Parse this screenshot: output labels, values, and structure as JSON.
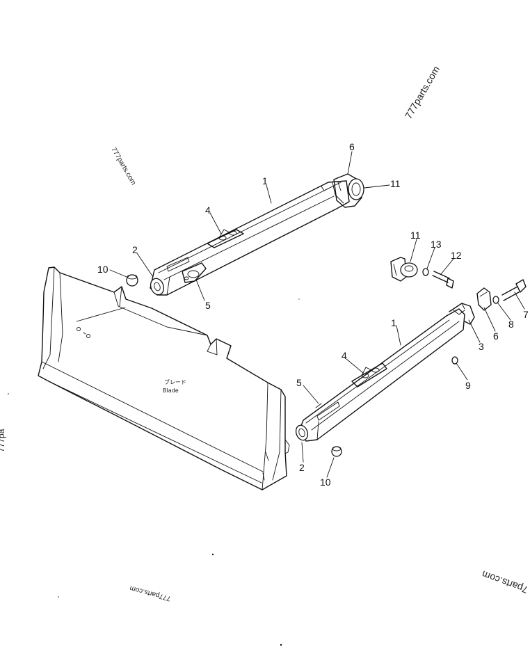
{
  "blade": {
    "label_jp": "ブレード",
    "label_en": "Blade"
  },
  "callouts": {
    "upper_frame": "1",
    "upper_bushing": "2",
    "upper_plate": "4",
    "upper_support": "5",
    "upper_cap": "6",
    "upper_ball": "11",
    "upper_dust_seal": "10",
    "lower_frame": "1",
    "lower_bushing": "2",
    "lower_bracket": "3",
    "lower_plate": "4",
    "lower_support": "5",
    "lower_cap": "6",
    "bolt_7": "7",
    "washer_8": "8",
    "nut_9": "9",
    "lower_dust_seal": "10",
    "lower_ball": "11",
    "bolt_12": "12",
    "washer_13": "13"
  },
  "watermarks": {
    "top_right": "777parts.com",
    "top_left": "777parts.com",
    "left_edge": "777pa",
    "bottom_right": "7parts.com",
    "bottom_center": "777parts.com"
  }
}
